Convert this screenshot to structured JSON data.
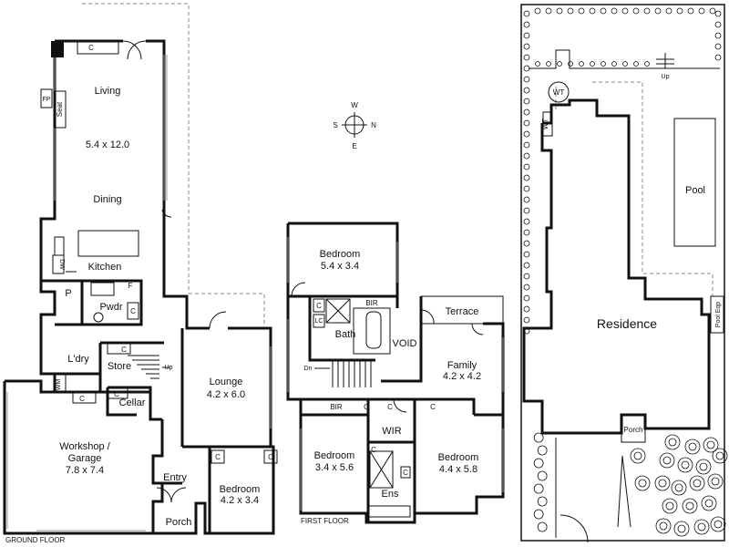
{
  "ground": {
    "living": "Living",
    "living_dim": "5.4 x 12.0",
    "dining": "Dining",
    "kitchen": "Kitchen",
    "p": "P",
    "pwdr": "Pwdr",
    "f": "F",
    "ldry": "L'dry",
    "store": "Store",
    "cellar": "Cellar",
    "lounge": "Lounge",
    "lounge_dim": "4.2 x 6.0",
    "workshop": "Workshop /",
    "garage": "Garage",
    "garage_dim": "7.8 x 7.4",
    "entry": "Entry",
    "porch": "Porch",
    "bedroom": "Bedroom",
    "bedroom_dim": "4.2 x 3.4",
    "seat": "Seat",
    "fp": "FP",
    "dw": "DW",
    "wm": "WM",
    "c": "C",
    "up": "Up",
    "floor_label": "GROUND FLOOR"
  },
  "first": {
    "bed1": "Bedroom",
    "bed1_dim": "5.4 x 3.4",
    "bir": "BIR",
    "lc": "LC",
    "bath": "Bath",
    "void": "VOID",
    "terrace": "Terrace",
    "family": "Family",
    "family_dim": "4.2 x 4.2",
    "dn": "Dn",
    "bed2": "Bedroom",
    "bed2_dim": "3.4 x 5.6",
    "wir": "WIR",
    "ens": "Ens",
    "bed3": "Bedroom",
    "bed3_dim": "4.4 x 5.8",
    "c": "C",
    "floor_label": "FIRST FLOOR"
  },
  "compass": {
    "n": "N",
    "s": "S",
    "e": "E",
    "w": "W"
  },
  "site": {
    "residence": "Residence",
    "pool": "Pool",
    "wt": "WT",
    "porch": "Porch",
    "pool_eqp": "Pool Eqp",
    "up": "Up"
  }
}
